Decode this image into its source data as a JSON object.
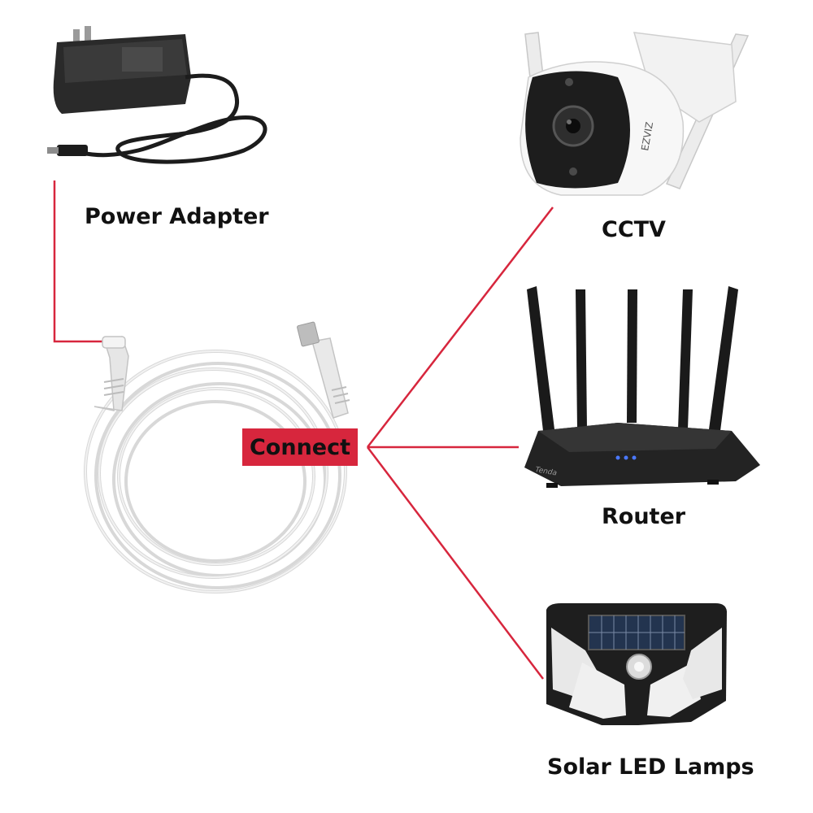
{
  "labels": {
    "power_adapter": "Power Adapter",
    "cctv": "CCTV",
    "router": "Router",
    "solar_lamps": "Solar LED Lamps",
    "connect": "Connect"
  },
  "device_brands": {
    "camera": "EZVIZ",
    "router": "Tenda"
  },
  "colors": {
    "connector_line": "#d7263d",
    "connect_box": "#d7263d",
    "text": "#111111"
  },
  "icons": [
    "power-adapter-image",
    "white-dc-cable-image",
    "cctv-camera-image",
    "wifi-router-image",
    "solar-led-lamp-image"
  ]
}
